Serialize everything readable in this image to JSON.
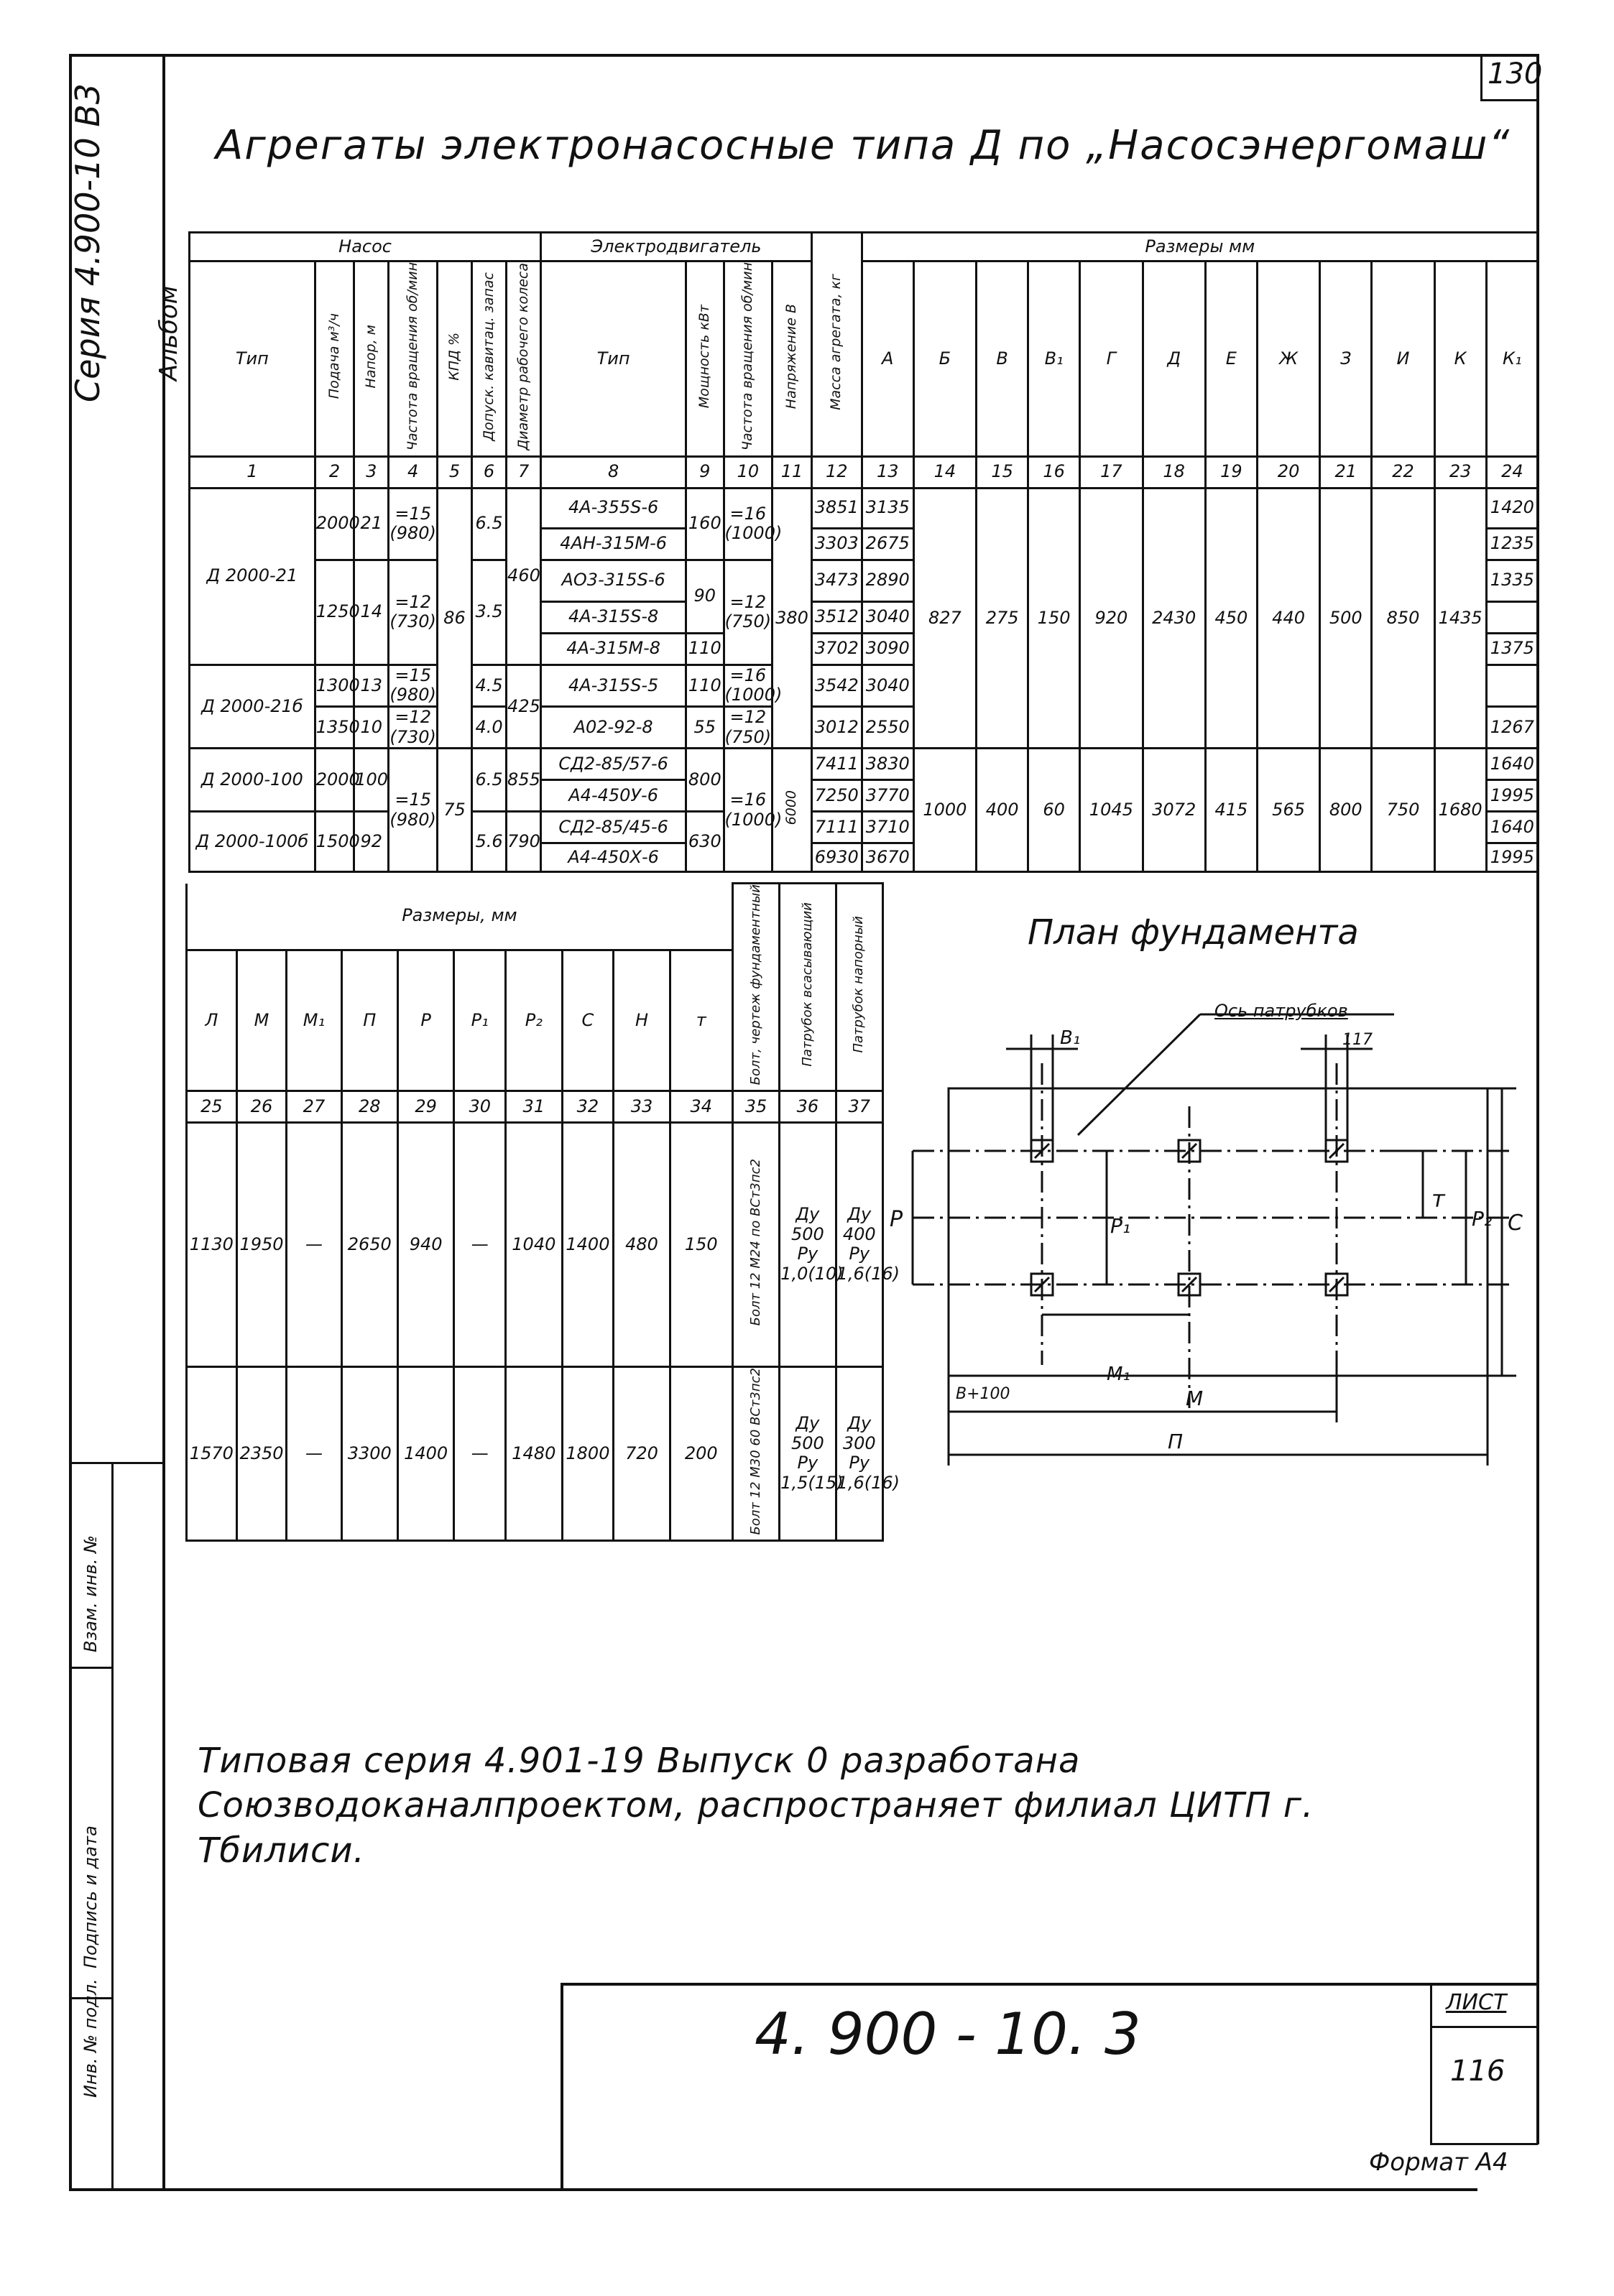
{
  "page_number": "130",
  "sheet_label": "ЛИСТ",
  "sheet_number": "116",
  "format": "Формат А4",
  "spine_series": "Серия 4.900-10 В3",
  "spine_album": "Альбом",
  "title": "Агрегаты электронасосные типа Д по „Насосэнергомаш“",
  "doc_code": "4. 900 - 10. 3",
  "note": "Типовая серия 4.901-19 Выпуск 0 разработана Союзводоканалпроектом, распространяет филиал ЦИТП г. Тбилиси.",
  "stamp_fields": [
    "Инв. № подл.",
    "Подпись и дата",
    "Взам. инв. №"
  ],
  "table1": {
    "group_pump": "Насос",
    "group_motor": "Электродвигатель",
    "group_dims": "Размеры мм",
    "headers": [
      "Тип",
      "Подача м³/ч",
      "Напор, м",
      "Частота вращения об/мин",
      "КПД %",
      "Допуск. кавитац. запас",
      "Диаметр рабочего колеса",
      "Тип",
      "Мощность кВт",
      "Частота вращения об/мин",
      "Напряжение В",
      "Масса агрегата, кг",
      "А",
      "Б",
      "В",
      "В₁",
      "Г",
      "Д",
      "Е",
      "Ж",
      "З",
      "И",
      "К",
      "К₁"
    ],
    "numbers": [
      "1",
      "2",
      "3",
      "4",
      "5",
      "6",
      "7",
      "8",
      "9",
      "10",
      "11",
      "12",
      "13",
      "14",
      "15",
      "16",
      "17",
      "18",
      "19",
      "20",
      "21",
      "22",
      "23",
      "24"
    ],
    "rows": [
      {
        "type": "Д 2000-21",
        "flow": "2000",
        "head": "21",
        "rpm": "=15 (980)",
        "eff": "",
        "npsh": "6.5",
        "imp": "",
        "motor": "4А-355S-6",
        "power": "160",
        "mrpm": "=16 (1000)",
        "volt": "",
        "mass": "3851",
        "a": "3135",
        "k1": "1420"
      },
      {
        "type": "",
        "flow": "",
        "head": "",
        "rpm": "",
        "eff": "",
        "npsh": "",
        "imp": "",
        "motor": "4АН-315М-6",
        "power": "",
        "mrpm": "",
        "volt": "",
        "mass": "3303",
        "a": "2675",
        "k1": "1235"
      },
      {
        "type": "",
        "flow": "1250",
        "head": "14",
        "rpm": "=12 (730)",
        "eff": "86",
        "npsh": "3.5",
        "imp": "460",
        "motor": "АО3-315S-6",
        "power": "90",
        "mrpm": "=12 (750)",
        "volt": "380",
        "mass": "3473",
        "a": "2890",
        "k1": "1335"
      },
      {
        "type": "",
        "flow": "",
        "head": "",
        "rpm": "",
        "eff": "",
        "npsh": "",
        "imp": "",
        "motor": "4А-315S-8",
        "power": "",
        "mrpm": "",
        "volt": "",
        "mass": "3512",
        "a": "3040",
        "k1": ""
      },
      {
        "type": "",
        "flow": "",
        "head": "",
        "rpm": "",
        "eff": "",
        "npsh": "",
        "imp": "",
        "motor": "4А-315М-8",
        "power": "110",
        "mrpm": "",
        "volt": "",
        "mass": "3702",
        "a": "3090",
        "k1": "1375"
      },
      {
        "type": "Д 2000-21б",
        "flow": "1300",
        "head": "13",
        "rpm": "=15 (980)",
        "eff": "",
        "npsh": "4.5",
        "imp": "425",
        "motor": "4А-315S-5",
        "power": "110",
        "mrpm": "=16 (1000)",
        "volt": "",
        "mass": "3542",
        "a": "3040",
        "k1": ""
      },
      {
        "type": "",
        "flow": "1350",
        "head": "10",
        "rpm": "=12 (730)",
        "eff": "",
        "npsh": "4.0",
        "imp": "",
        "motor": "А02-92-8",
        "power": "55",
        "mrpm": "=12 (750)",
        "volt": "",
        "mass": "3012",
        "a": "2550",
        "k1": "1267"
      },
      {
        "type": "Д 2000-100",
        "flow": "2000",
        "head": "100",
        "rpm": "=15 (980)",
        "eff": "75",
        "npsh": "6.5",
        "imp": "855",
        "motor": "СД2-85/57-6",
        "power": "800",
        "mrpm": "=16 (1000)",
        "volt": "6000",
        "mass": "7411",
        "a": "3830",
        "k1": "1640"
      },
      {
        "type": "",
        "flow": "",
        "head": "",
        "rpm": "",
        "eff": "",
        "npsh": "",
        "imp": "",
        "motor": "А4-450У-6",
        "power": "",
        "mrpm": "",
        "volt": "",
        "mass": "7250",
        "a": "3770",
        "k1": "1995"
      },
      {
        "type": "Д 2000-100б",
        "flow": "1500",
        "head": "92",
        "rpm": "",
        "eff": "",
        "npsh": "5.6",
        "imp": "790",
        "motor": "СД2-85/45-6",
        "power": "630",
        "mrpm": "",
        "volt": "",
        "mass": "7111",
        "a": "3710",
        "k1": "1640"
      },
      {
        "type": "",
        "flow": "",
        "head": "",
        "rpm": "",
        "eff": "",
        "npsh": "",
        "imp": "",
        "motor": "А4-450Х-6",
        "power": "",
        "mrpm": "",
        "volt": "",
        "mass": "6930",
        "a": "3670",
        "k1": "1995"
      }
    ],
    "dims_group1": {
      "b": "827",
      "v": "275",
      "v1": "150",
      "g": "920",
      "d": "2430",
      "e": "450",
      "zh": "440",
      "z": "500",
      "i": "850",
      "k": "1435"
    },
    "dims_group2": {
      "b": "1000",
      "v": "400",
      "v1": "60",
      "g": "1045",
      "d": "3072",
      "e": "415",
      "zh": "565",
      "z": "800",
      "i": "750",
      "k": "1680"
    }
  },
  "table2": {
    "group_dims": "Размеры, мм",
    "headers": [
      "Л",
      "М",
      "М₁",
      "П",
      "Р",
      "Р₁",
      "Р₂",
      "С",
      "Н",
      "т",
      "Болт, чертеж фундаментный",
      "Патрубок всасывающий",
      "Патрубок напорный"
    ],
    "numbers": [
      "25",
      "26",
      "27",
      "28",
      "29",
      "30",
      "31",
      "32",
      "33",
      "34",
      "35",
      "36",
      "37"
    ],
    "rows": [
      {
        "l": "1130",
        "m": "1950",
        "m1": "—",
        "p": "2650",
        "r": "940",
        "r1": "—",
        "r2": "1040",
        "c": "1400",
        "h": "480",
        "t": "150",
        "bolt": "Болт 12 М24 по ВСт3пс2",
        "suction": "Ду 500 Ру 1,0(10)",
        "discharge": "Ду 400 Ру 1,6(16)"
      },
      {
        "l": "1570",
        "m": "2350",
        "m1": "—",
        "p": "3300",
        "r": "1400",
        "r1": "—",
        "r2": "1480",
        "c": "1800",
        "h": "720",
        "t": "200",
        "bolt": "Болт 12 М30 60 ВСт3пс2",
        "suction": "Ду 500 Ру 1,5(15)",
        "discharge": "Ду 300 Ру 1,6(16)"
      }
    ]
  },
  "plan": {
    "title": "План фундамента",
    "axis_label": "Ось патрубков",
    "labels": {
      "b1": "В₁",
      "k2": "117",
      "p": "Р",
      "p1": "Р₁",
      "p2": "Р₂",
      "c": "С",
      "m_small": "т",
      "m1": "М₁",
      "m": "М",
      "b100": "В+100",
      "n": "П"
    }
  }
}
